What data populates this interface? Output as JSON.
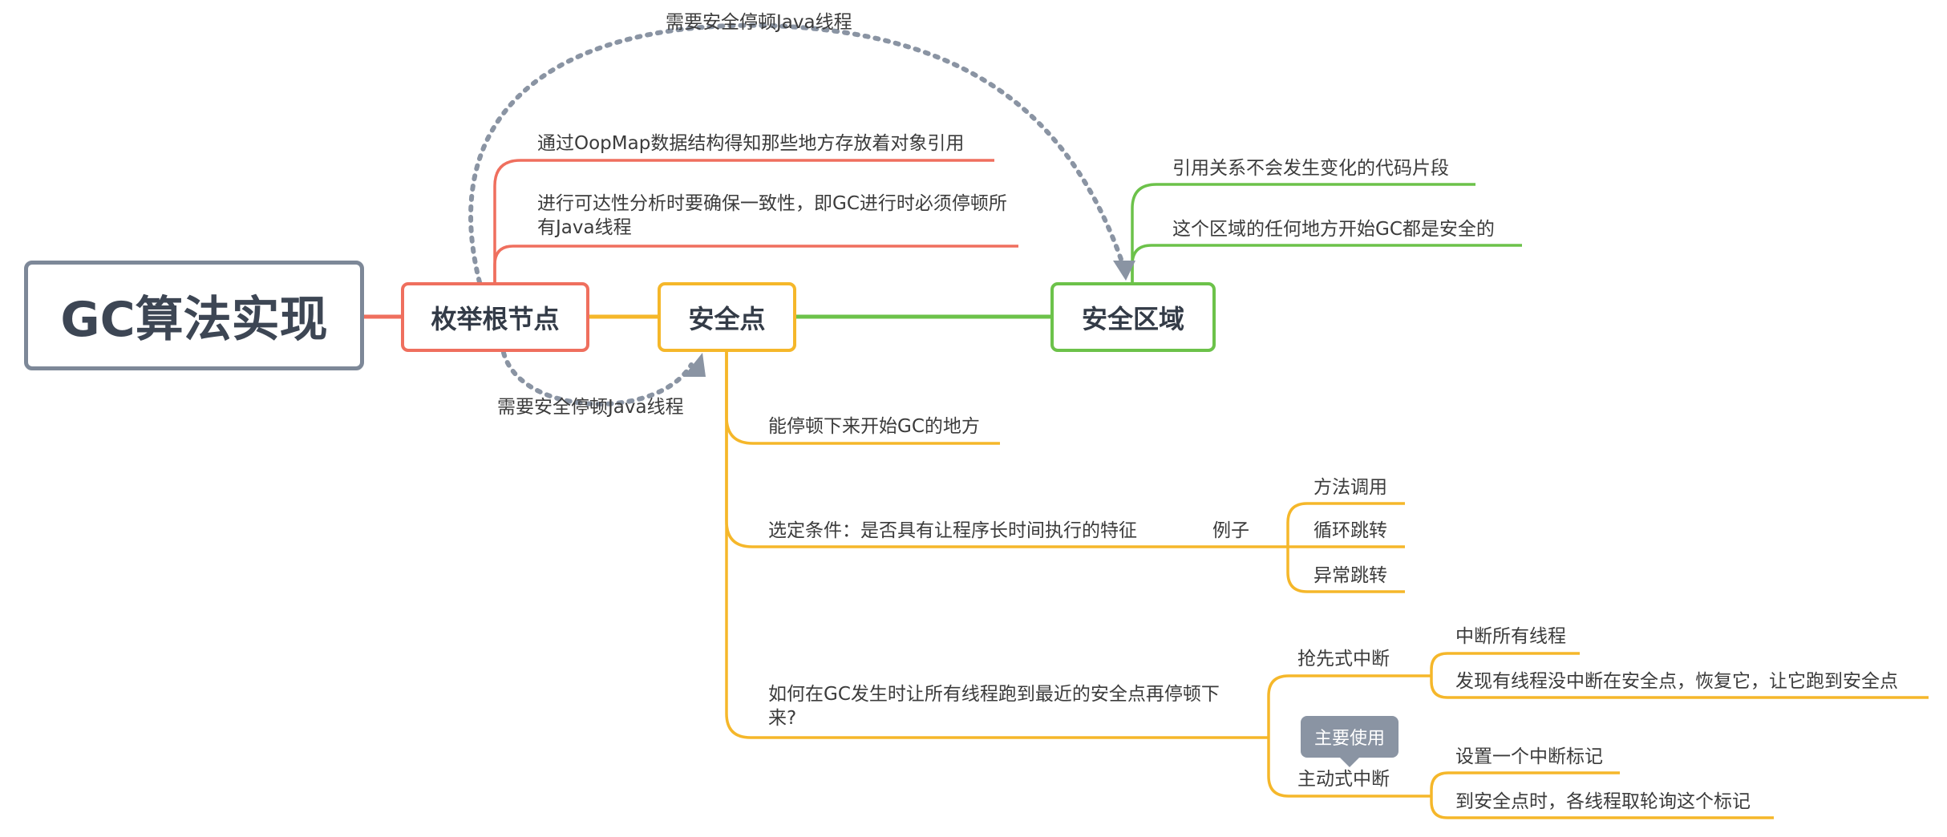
{
  "root": {
    "label": "GC算法实现"
  },
  "colors": {
    "root_border": "#7d8898",
    "enum_branch": "#ef6f5e",
    "safepoint_branch": "#f5b72a",
    "region_branch": "#6cc24a",
    "dotted_arrow": "#8a94a3"
  },
  "nodes": {
    "enum_roots": {
      "label": "枚举根节点",
      "children": [
        "通过OopMap数据结构得知那些地方存放着对象引用",
        "进行可达性分析时要确保一致性，即GC进行时必须停顿所有Java线程"
      ]
    },
    "safepoint": {
      "label": "安全点",
      "children": {
        "where": "能停顿下来开始GC的地方",
        "selection": "选定条件：是否具有让程序长时间执行的特征",
        "example": {
          "label": "例子",
          "items": [
            "方法调用",
            "循环跳转",
            "异常跳转"
          ]
        },
        "how": "如何在GC发生时让所有线程跑到最近的安全点再停顿下来?",
        "preemptive": {
          "label": "抢先式中断",
          "items": [
            "中断所有线程",
            "发现有线程没中断在安全点，恢复它，让它跑到安全点"
          ]
        },
        "voluntary": {
          "label": "主动式中断",
          "badge": "主要使用",
          "items": [
            "设置一个中断标记",
            "到安全点时，各线程取轮询这个标记"
          ]
        }
      }
    },
    "safe_region": {
      "label": "安全区域",
      "children": [
        "引用关系不会发生变化的代码片段",
        "这个区域的任何地方开始GC都是安全的"
      ]
    }
  },
  "relations": {
    "top_arrow": "需要安全停顿Java线程",
    "bottom_arrow": "需要安全停顿Java线程"
  }
}
